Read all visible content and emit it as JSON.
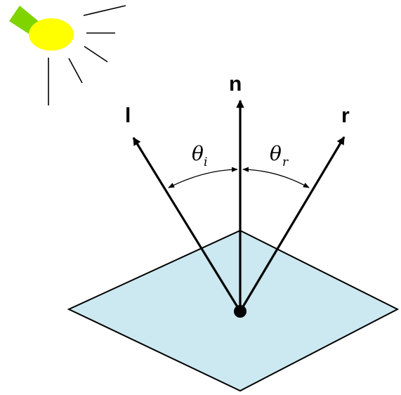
{
  "figure": {
    "labels": {
      "light": "l",
      "normal": "n",
      "reflected": "r"
    },
    "angles": {
      "incident": {
        "symbol": "θ",
        "subscript": "i"
      },
      "reflected": {
        "symbol": "θ",
        "subscript": "r"
      }
    },
    "colors": {
      "surface_fill": "#cce8f0",
      "sun_body": "#ffff00",
      "sun_handle": "#7fd400",
      "ink": "#000000"
    },
    "icons": {
      "light_source": "sun-icon"
    }
  }
}
